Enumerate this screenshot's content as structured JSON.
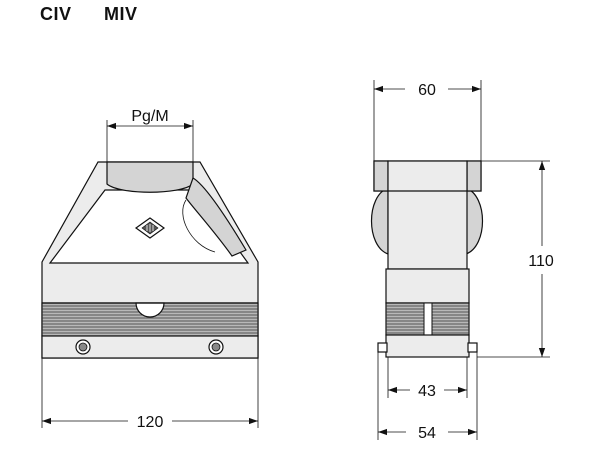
{
  "header": {
    "code_a": "CIV",
    "code_b": "MIV"
  },
  "dimensions": {
    "entry_thread": "Pg/M",
    "front_width": "120",
    "side_top_width": "60",
    "side_height": "110",
    "side_inner_width": "43",
    "side_base_width": "54"
  },
  "colors": {
    "line": "#111111",
    "housing_light": "#ececec",
    "housing_mid": "#d4d4d4",
    "housing_dark": "#b8b8b8"
  }
}
